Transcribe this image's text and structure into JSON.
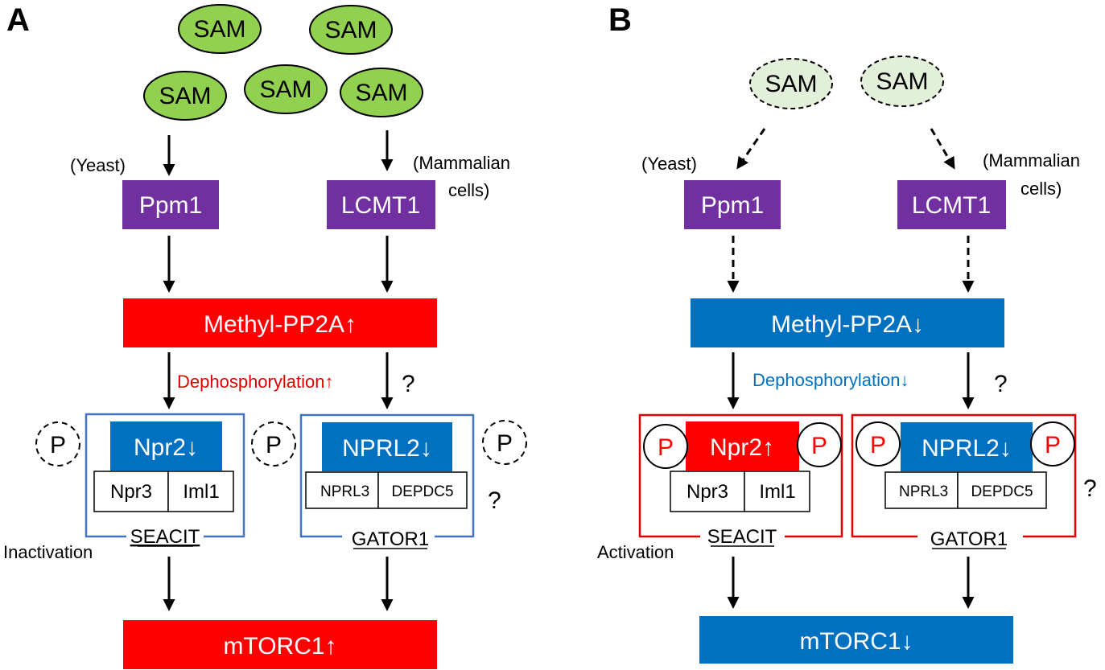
{
  "colors": {
    "red": "#ff0000",
    "blue": "#0070c0",
    "purple": "#7030a0",
    "sam_green": "#92d050",
    "sam_pale": "#e2efd9",
    "box_blue_border": "#4472c4",
    "box_red_border": "#e00000",
    "text_red": "#e00000",
    "text_blue": "#0070c0"
  },
  "panel_a": {
    "label": "A",
    "sam": [
      "SAM",
      "SAM",
      "SAM",
      "SAM",
      "SAM"
    ],
    "yeast_label": "(Yeast)",
    "mammal_label_line1": "(Mammalian",
    "mammal_label_line2": "cells)",
    "ppm1": "Ppm1",
    "lcmt1": "LCMT1",
    "methyl_pp2a": "Methyl-PP2A↑",
    "dephos": "Dephosphorylation↑",
    "question1": "?",
    "question2": "?",
    "p_left": "P",
    "p_mid": "P",
    "p_right": "P",
    "npr2": "Npr2↓",
    "npr3": "Npr3",
    "iml1": "Iml1",
    "nprl2": "NPRL2↓",
    "nprl3": "NPRL3",
    "depdc5": "DEPDC5",
    "seacit": "SEACIT",
    "gator1": "GATOR1",
    "state": "Inactivation",
    "mtorc1": "mTORC1↑"
  },
  "panel_b": {
    "label": "B",
    "sam": [
      "SAM",
      "SAM"
    ],
    "yeast_label": "(Yeast)",
    "mammal_label_line1": "(Mammalian",
    "mammal_label_line2": "cells)",
    "ppm1": "Ppm1",
    "lcmt1": "LCMT1",
    "methyl_pp2a": "Methyl-PP2A↓",
    "dephos": "Dephosphorylation↓",
    "question1": "?",
    "question2": "?",
    "p1": "P",
    "p2": "P",
    "p3": "P",
    "p4": "P",
    "npr2": "Npr2↑",
    "npr3": "Npr3",
    "iml1": "Iml1",
    "nprl2": "NPRL2↓",
    "nprl3": "NPRL3",
    "depdc5": "DEPDC5",
    "seacit": "SEACIT",
    "gator1": "GATOR1",
    "state": "Activation",
    "mtorc1": "mTORC1↓"
  }
}
